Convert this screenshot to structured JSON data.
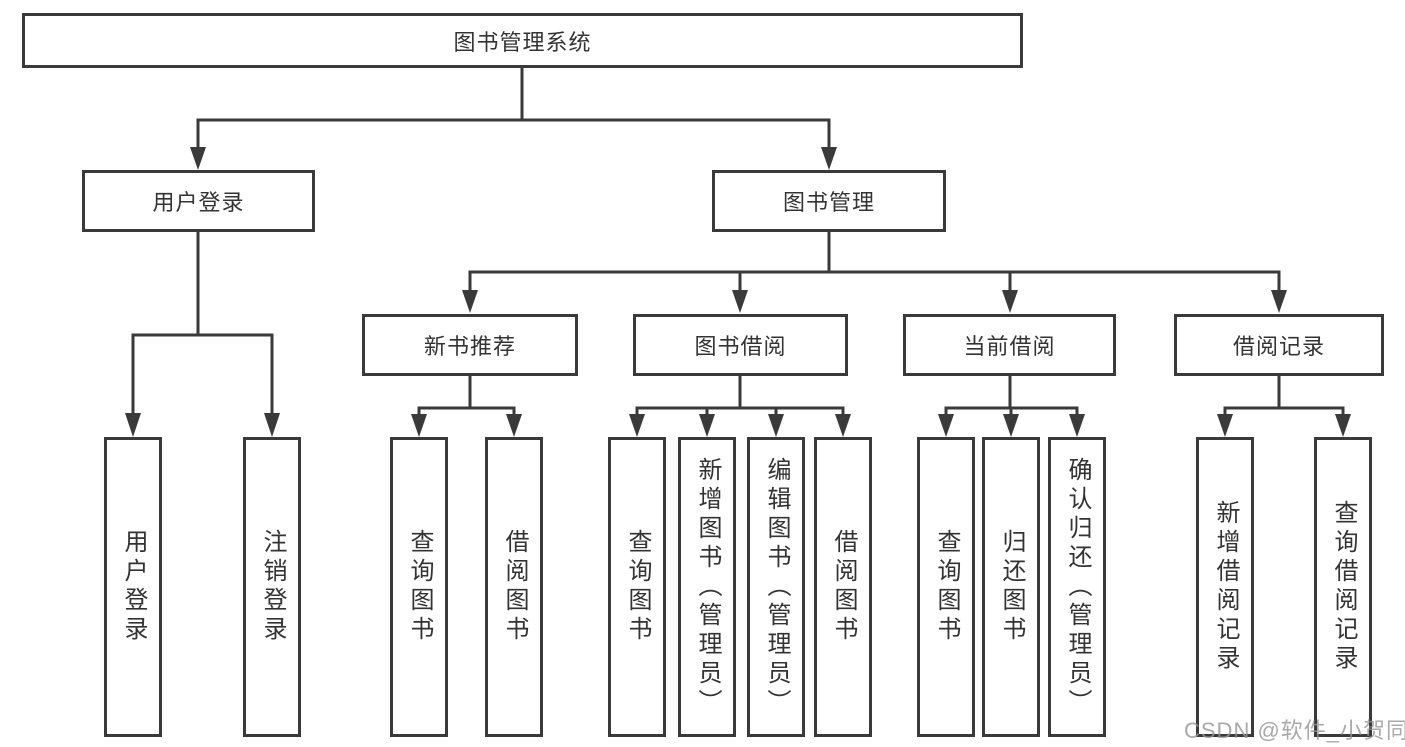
{
  "diagram_title": "图书管理系统",
  "nodes": {
    "root": "图书管理系统",
    "user_login": "用户登录",
    "book_mgmt": "图书管理",
    "new_book": "新书推荐",
    "borrow": "图书借阅",
    "current": "当前借阅",
    "record": "借阅记录"
  },
  "leaves": {
    "user_login": [
      "用户登录",
      "注销登录"
    ],
    "new_book": [
      "查询图书",
      "借阅图书"
    ],
    "borrow": [
      "查询图书",
      "新增图书（管理员）",
      "编辑图书（管理员）",
      "借阅图书"
    ],
    "current": [
      "查询图书",
      "归还图书",
      "确认归还（管理员）"
    ],
    "record": [
      "新增借阅记录",
      "查询借阅记录"
    ]
  },
  "watermark": "CSDN @软件_小贺同学",
  "colors": {
    "line": "#3a3a3a",
    "text": "#333333",
    "box_fill": "#ffffff",
    "watermark": "#949494",
    "background": "#ffffff"
  }
}
